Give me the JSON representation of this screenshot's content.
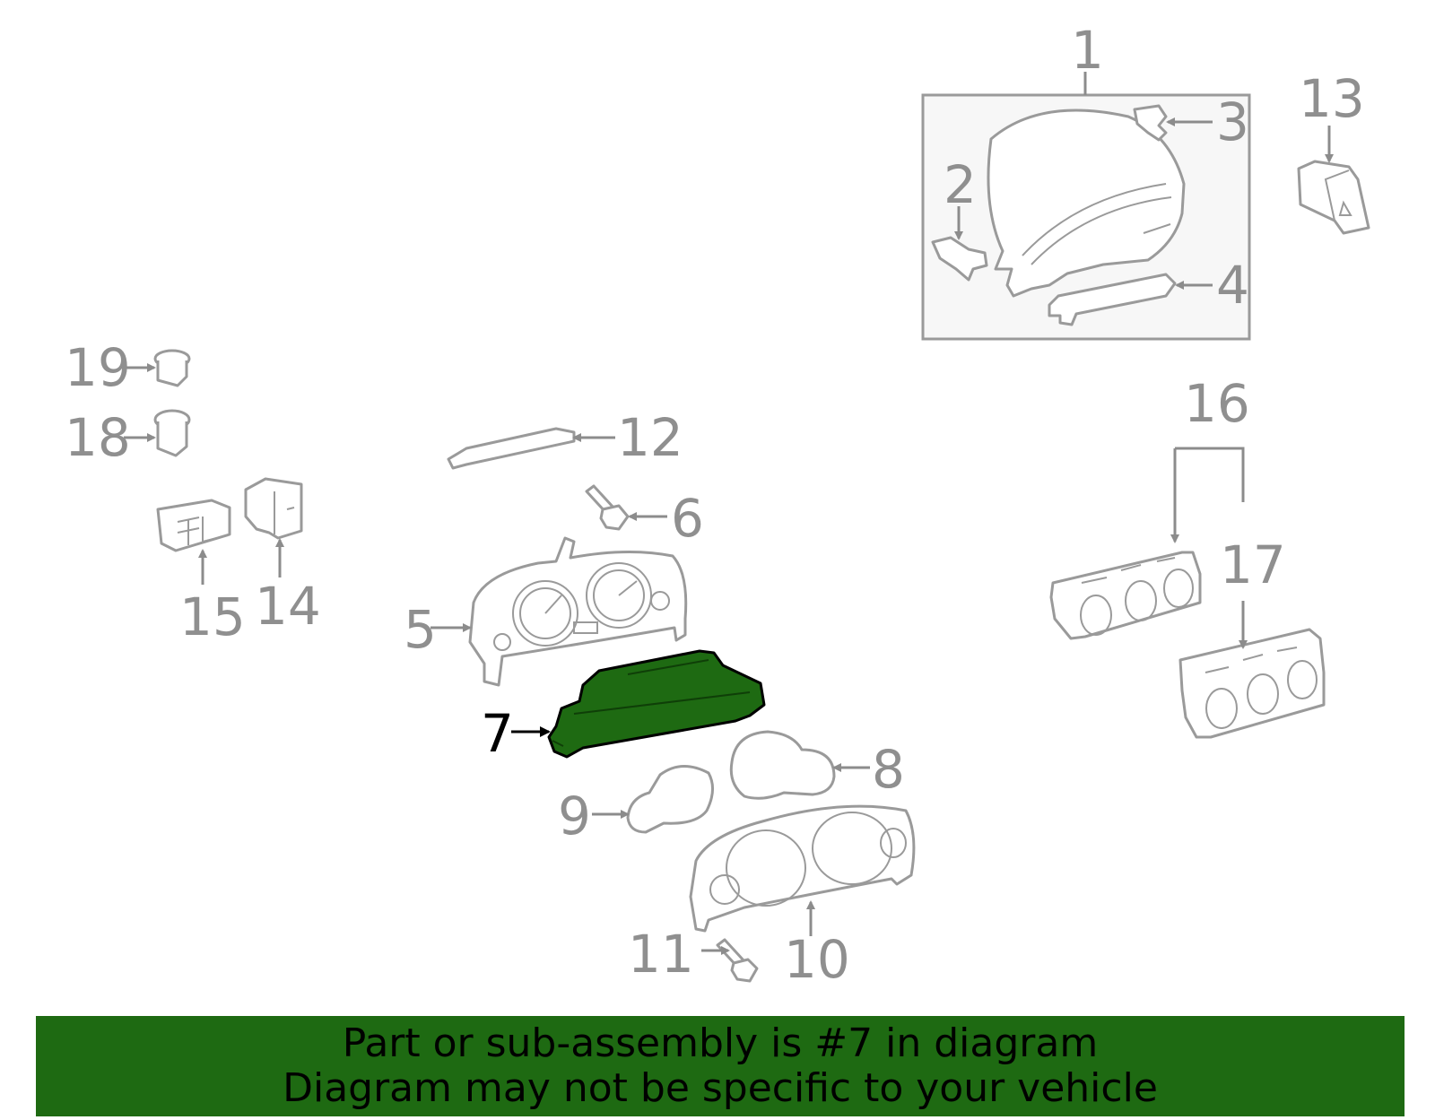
{
  "callouts": {
    "c1": "1",
    "c2": "2",
    "c3": "3",
    "c4": "4",
    "c5": "5",
    "c6": "6",
    "c7": "7",
    "c8": "8",
    "c9": "9",
    "c10": "10",
    "c11": "11",
    "c12": "12",
    "c13": "13",
    "c14": "14",
    "c15": "15",
    "c16": "16",
    "c17": "17",
    "c18": "18",
    "c19": "19"
  },
  "highlighted_part": "7",
  "colors": {
    "highlight": "#1e6a12",
    "part_line": "#9a9a9a",
    "callout_text": "#8f8f8f",
    "banner_bg": "#1e6a12"
  },
  "banner": {
    "line1": "Part or sub-assembly is #7 in diagram",
    "line2": "Diagram may not be specific to your vehicle"
  }
}
